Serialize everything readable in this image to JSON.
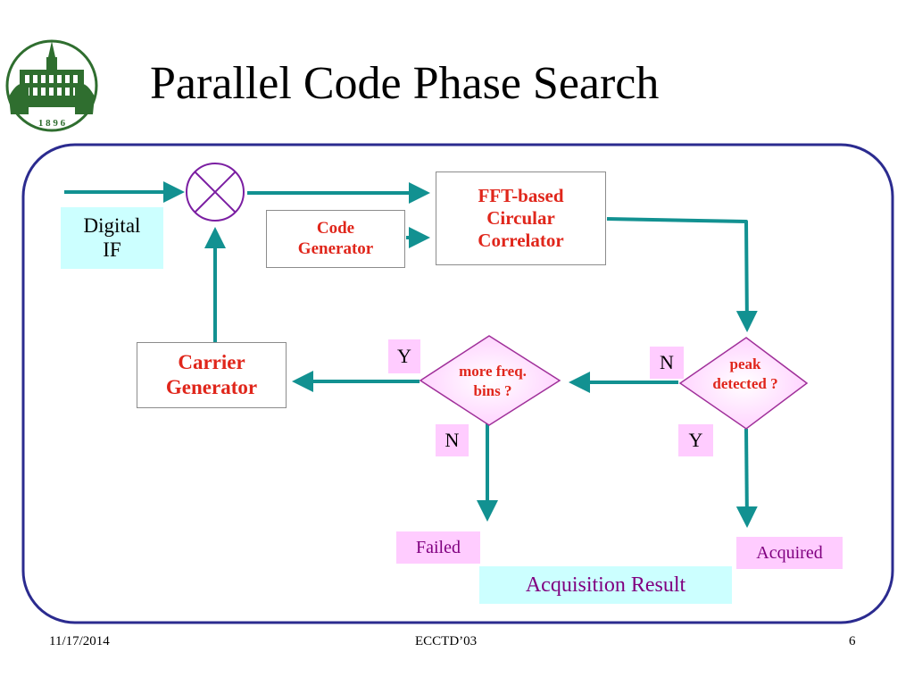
{
  "slide": {
    "title": "Parallel Code Phase Search",
    "logo_icon": "university-building-logo-icon",
    "logo_year_text": "1 8 9 6"
  },
  "colors": {
    "arrow": "#129191",
    "frame": "#2b2b8f",
    "box_text": "#e0261b",
    "diamond_fill": "#ffccff",
    "diamond_stroke": "#a0309a",
    "label_fill": "#ffccff",
    "input_fill": "#ccffff",
    "result_text": "#800080"
  },
  "diagram": {
    "input_label": "Digital\nIF",
    "mixer_icon": "multiplier-circle-icon",
    "code_generator": "Code\nGenerator",
    "fft_correlator": "FFT-based\nCircular\nCorrelator",
    "carrier_generator": "Carrier\nGenerator",
    "peak_decision": "peak\ndetected ?",
    "bins_decision": "more   freq.\nbins  ?",
    "peak_no_label": "N",
    "peak_yes_label": "Y",
    "bins_yes_label": "Y",
    "bins_no_label": "N",
    "failed_label": "Failed",
    "acquired_label": "Acquired",
    "result_label": "Acquisition Result"
  },
  "footer": {
    "date": "11/17/2014",
    "conference": "ECCTD’03",
    "page": "6"
  }
}
